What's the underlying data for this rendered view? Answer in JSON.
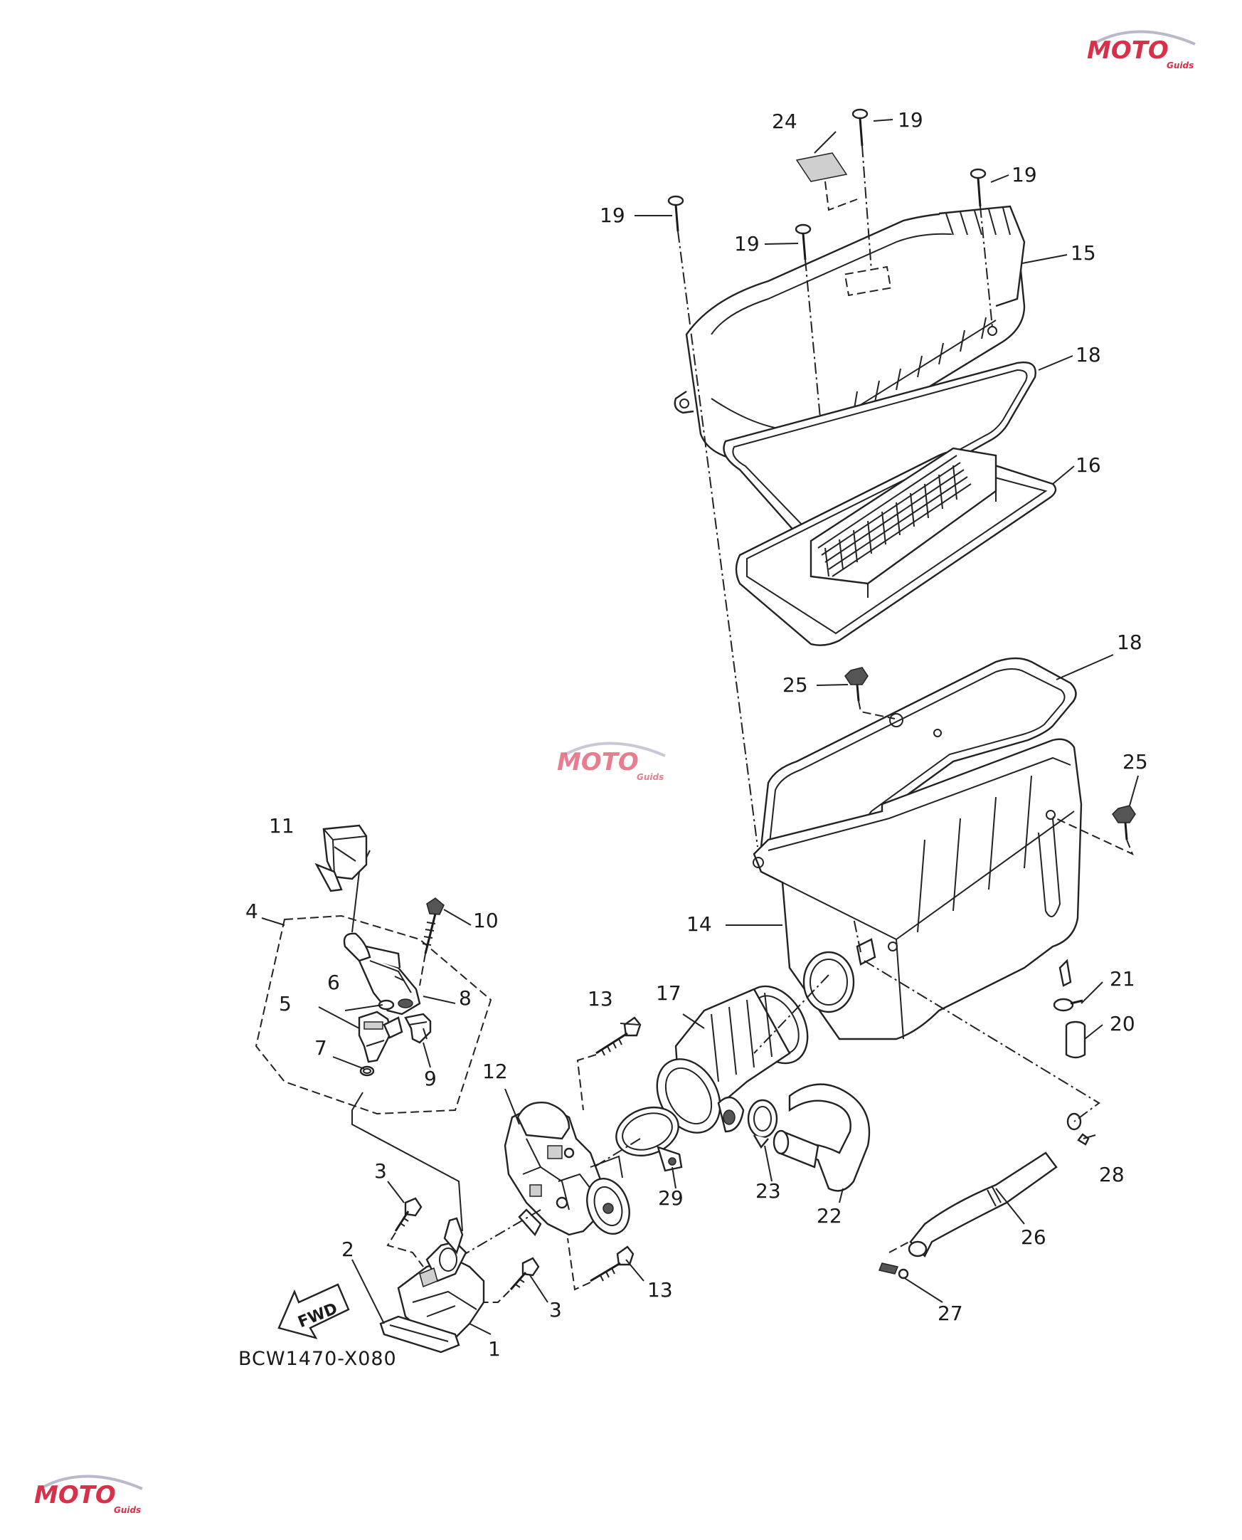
{
  "diagram_code": "BCW1470-X080",
  "fwd_label": "FWD",
  "watermark": {
    "brand": "MOTO",
    "sub": "Guids",
    "color": "#d9304a"
  },
  "labels": {
    "p1": "1",
    "p2": "2",
    "p3a": "3",
    "p3b": "3",
    "p4": "4",
    "p5": "5",
    "p6": "6",
    "p7": "7",
    "p8": "8",
    "p9": "9",
    "p10": "10",
    "p11": "11",
    "p12": "12",
    "p13a": "13",
    "p13b": "13",
    "p14": "14",
    "p15": "15",
    "p16": "16",
    "p17": "17",
    "p18a": "18",
    "p18b": "18",
    "p19a": "19",
    "p19b": "19",
    "p19c": "19",
    "p19d": "19",
    "p20": "20",
    "p21": "21",
    "p22": "22",
    "p23": "23",
    "p24": "24",
    "p25a": "25",
    "p25b": "25",
    "p26": "26",
    "p27": "27",
    "p28": "28",
    "p29": "29"
  }
}
